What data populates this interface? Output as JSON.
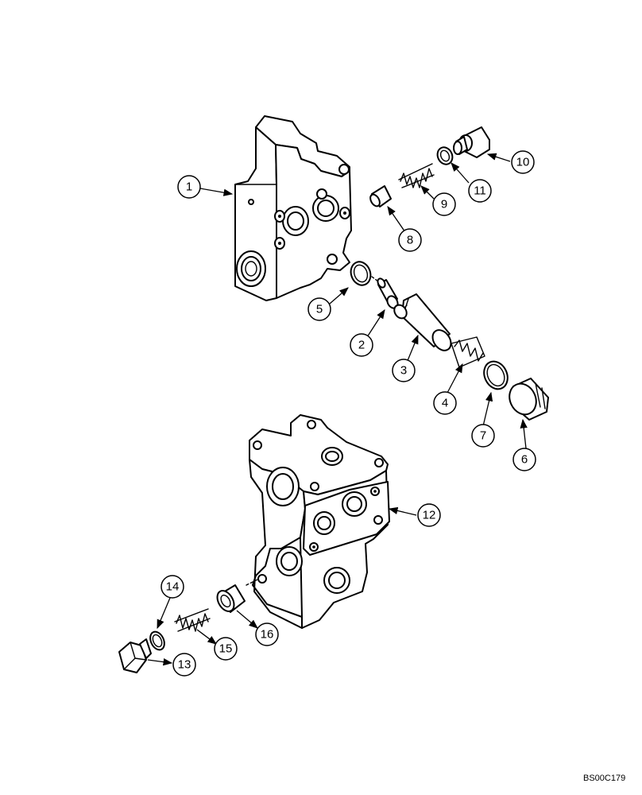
{
  "diagram_code": "BS00C179",
  "callouts": [
    {
      "id": "c1",
      "label": "1"
    },
    {
      "id": "c2",
      "label": "2"
    },
    {
      "id": "c3",
      "label": "3"
    },
    {
      "id": "c4",
      "label": "4"
    },
    {
      "id": "c5",
      "label": "5"
    },
    {
      "id": "c6",
      "label": "6"
    },
    {
      "id": "c7",
      "label": "7"
    },
    {
      "id": "c8",
      "label": "8"
    },
    {
      "id": "c9",
      "label": "9"
    },
    {
      "id": "c10",
      "label": "10"
    },
    {
      "id": "c11",
      "label": "11"
    },
    {
      "id": "c12",
      "label": "12"
    },
    {
      "id": "c13",
      "label": "13"
    },
    {
      "id": "c14",
      "label": "14"
    },
    {
      "id": "c15",
      "label": "15"
    },
    {
      "id": "c16",
      "label": "16"
    }
  ]
}
